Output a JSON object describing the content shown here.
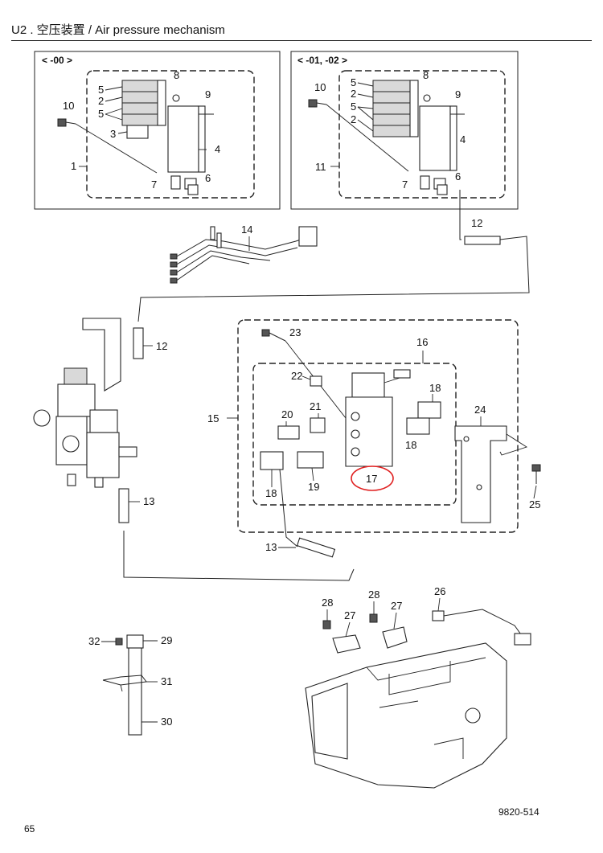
{
  "header": {
    "title": "U2 . 空压装置 / Air pressure mechanism"
  },
  "footer": {
    "page_number": "65",
    "doc_code": "9820-514"
  },
  "variants": {
    "left": "< -00 >",
    "right": "< -01, -02 >"
  },
  "callouts": {
    "left_box": [
      "5",
      "2",
      "5",
      "3",
      "8",
      "9",
      "4",
      "10",
      "1",
      "7",
      "6"
    ],
    "right_box": [
      "10",
      "5",
      "2",
      "5",
      "2",
      "8",
      "9",
      "4",
      "11",
      "7",
      "6"
    ],
    "hoses": [
      "14",
      "12",
      "12",
      "13",
      "13"
    ],
    "valve_group": [
      "23",
      "16",
      "22",
      "21",
      "20",
      "18",
      "18",
      "15",
      "24",
      "19",
      "17",
      "18",
      "25"
    ],
    "bed_group": [
      "28",
      "28",
      "27",
      "27",
      "26"
    ],
    "knob_group": [
      "32",
      "29",
      "31",
      "30"
    ]
  },
  "highlight": {
    "label": "17",
    "color": "#e02020"
  }
}
